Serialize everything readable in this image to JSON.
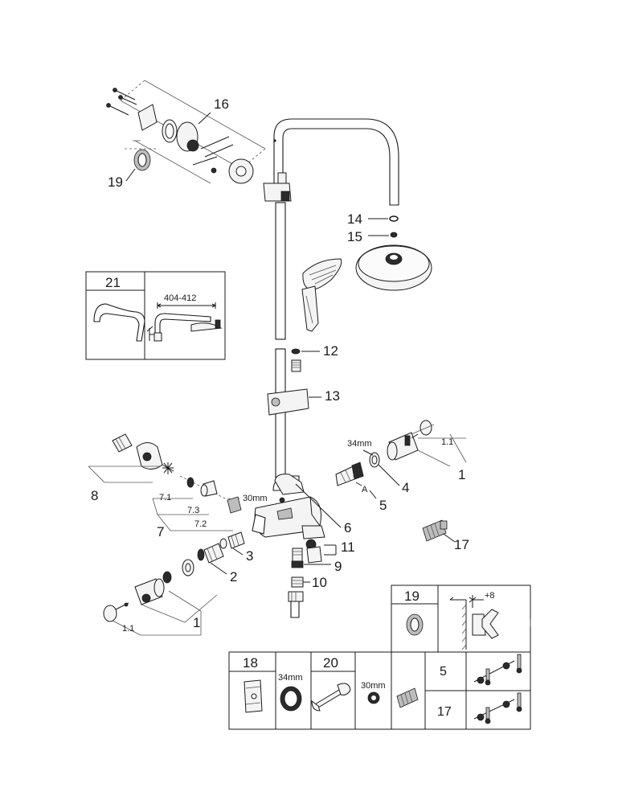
{
  "callouts": {
    "c1a": "1",
    "c1b": "1",
    "c1_1a": "1.1",
    "c1_1b": "1.1",
    "c2": "2",
    "c3": "3",
    "c4": "4",
    "c5": "5",
    "c5_a": "A",
    "c6": "6",
    "c7": "7",
    "c7_1": "7.1",
    "c7_2": "7.2",
    "c7_3": "7.3",
    "c8": "8",
    "c9": "9",
    "c10": "10",
    "c11": "11",
    "c12": "12",
    "c13": "13",
    "c14": "14",
    "c15": "15",
    "c16": "16",
    "c17": "17",
    "c19": "19"
  },
  "dimensions": {
    "nut_34": "34mm",
    "nut_30": "30mm",
    "arm_range": "404-412",
    "offset": "+8"
  },
  "inset_21": {
    "label": "21"
  },
  "inset_19": {
    "label": "19"
  },
  "accessory_table": {
    "col_18": "18",
    "col_18_dim": "34mm",
    "col_20": "20",
    "col_20_dim": "30mm",
    "row_5": "5",
    "row_17": "17"
  },
  "icons": [
    "screw-icon",
    "wrench-icon",
    "nut-icon",
    "connector-icon",
    "thermometer-icon"
  ]
}
